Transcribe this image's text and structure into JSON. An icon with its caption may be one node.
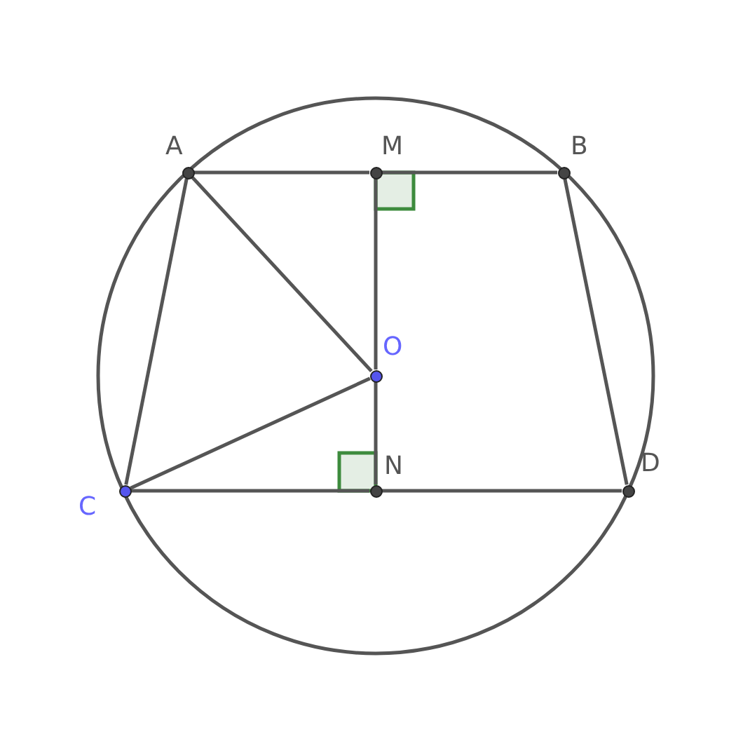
{
  "diagram": {
    "nodes": [
      {
        "text": [
          "A"
        ]
      },
      {
        "text": [
          "M"
        ]
      },
      {
        "text": [
          "B"
        ]
      },
      {
        "text": [
          "O"
        ]
      },
      {
        "text": [
          "C"
        ]
      },
      {
        "text": [
          "N"
        ]
      },
      {
        "text": [
          "D"
        ]
      }
    ],
    "edges": [
      {
        "from": 0,
        "to": 1,
        "arrow": "none"
      },
      {
        "from": 1,
        "to": 2,
        "arrow": "none"
      },
      {
        "from": 1,
        "to": 3,
        "arrow": "none"
      },
      {
        "from": 3,
        "to": 5,
        "arrow": "none"
      },
      {
        "from": 4,
        "to": 5,
        "arrow": "none"
      },
      {
        "from": 5,
        "to": 6,
        "arrow": "none"
      },
      {
        "from": 0,
        "to": 4,
        "arrow": "none"
      },
      {
        "from": 2,
        "to": 6,
        "arrow": "none"
      },
      {
        "from": 0,
        "to": 3,
        "arrow": "none"
      },
      {
        "from": 4,
        "to": 3,
        "arrow": "none"
      }
    ]
  }
}
